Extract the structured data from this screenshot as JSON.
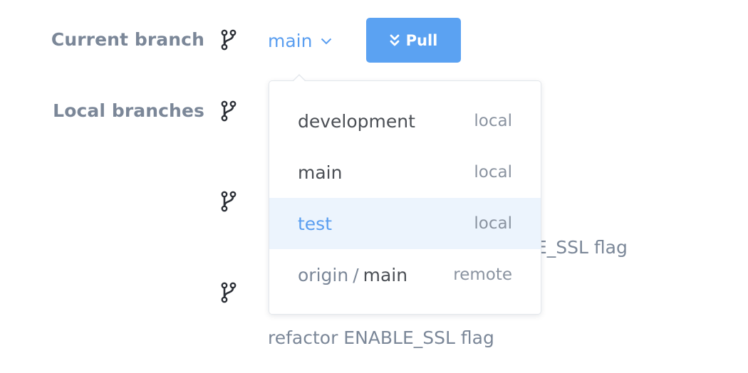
{
  "labels": {
    "current_branch": "Current branch",
    "local_branches": "Local branches"
  },
  "current": {
    "value": "main"
  },
  "pull_button": {
    "label": "Pull"
  },
  "commits": {
    "partial": "E_SSL flag",
    "full": "refactor ENABLE_SSL flag"
  },
  "dropdown": {
    "options": [
      {
        "name": "development",
        "tag": "local"
      },
      {
        "name": "main",
        "tag": "local"
      },
      {
        "name": "test",
        "tag": "local",
        "selected": true
      },
      {
        "prefix": "origin",
        "separator": "/",
        "name": "main",
        "tag": "remote"
      }
    ]
  },
  "colors": {
    "accent": "#5ba2f2",
    "label": "#7b8798",
    "selected_bg": "#ecf4fd"
  }
}
